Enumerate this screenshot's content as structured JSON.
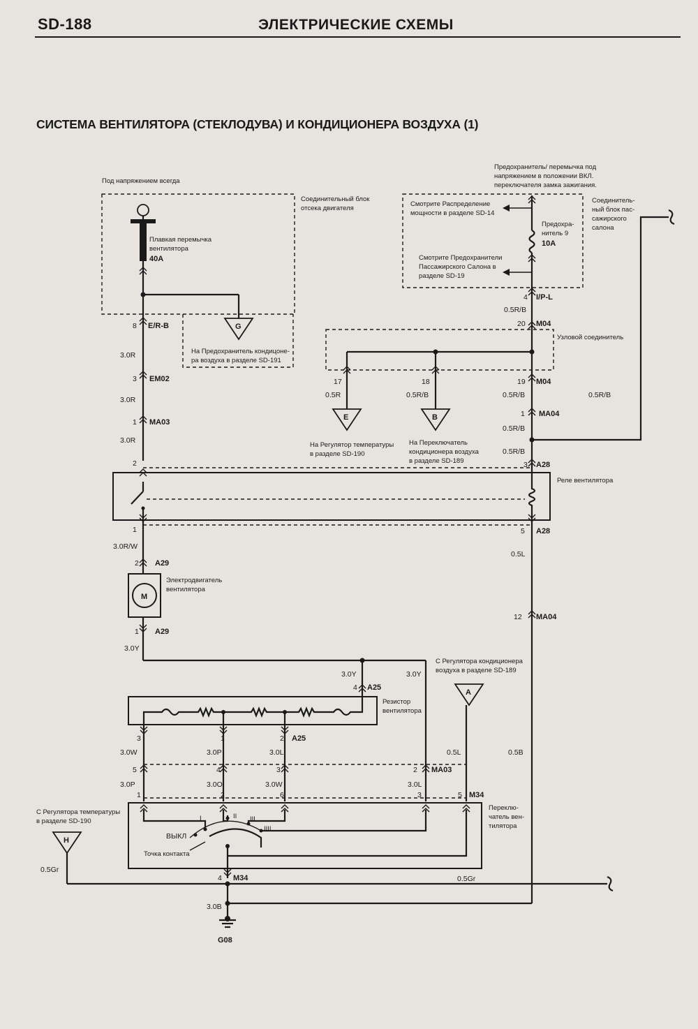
{
  "header": {
    "page_number": "SD-188",
    "section_title": "ЭЛЕКТРИЧЕСКИЕ СХЕМЫ"
  },
  "diagram": {
    "title": "СИСТЕМА ВЕНТИЛЯТОРА (СТЕКЛОДУВА) И КОНДИЦИОНЕРА ВОЗДУХА (1)",
    "labels": {
      "always_hot": "Под напряжением всегда",
      "engine_junction_1": "Соединительный блок",
      "engine_junction_2": "отсека двигателя",
      "fuse_link_1": "Плавкая перемычка",
      "fuse_link_2": "вентилятора",
      "fuse_link_rating": "40A",
      "ign_fuse_1": "Предохранитель/ перемычка под",
      "ign_fuse_2": "напряжением в положении ВКЛ.",
      "ign_fuse_3": "переключателя замка зажигания.",
      "see_power_1": "Смотрите Распределение",
      "see_power_2": "мощности в разделе SD-14",
      "fuse9_1": "Предохра-",
      "fuse9_2": "нитель 9",
      "fuse9_rating": "10A",
      "see_fuses_1": "Смотрите Предохранители",
      "see_fuses_2": "Пассажирского Салона в",
      "see_fuses_3": "разделе SD-19",
      "pass_junction_1": "Соединитель-",
      "pass_junction_2": "ный блок пас-",
      "pass_junction_3": "сажирского",
      "pass_junction_4": "салона",
      "to_ac_fuse_1": "На Предохранитель кондицоне-",
      "to_ac_fuse_2": "ра воздуха в разделе SD-191",
      "node_connector": "Узловой соединитель",
      "to_temp_reg_1": "На Регулятор температуры",
      "to_temp_reg_2": "в разделе SD-190",
      "to_ac_switch_1": "На Переключатель",
      "to_ac_switch_2": "кондиционера воздуха",
      "to_ac_switch_3": "в разделе SD-189",
      "blower_relay": "Реле вентилятора",
      "blower_motor_1": "Электродвигатель",
      "blower_motor_2": "вентилятора",
      "motor_symbol": "M",
      "from_ac_reg_1": "С Регулятора кондиционера",
      "from_ac_reg_2": "воздуха в разделе SD-189",
      "blower_resistor_1": "Резистор",
      "blower_resistor_2": "вентилятора",
      "from_temp_reg_1": "С Регулятора температуры",
      "from_temp_reg_2": "в разделе SD-190",
      "blower_switch_1": "Переклю-",
      "blower_switch_2": "чатель вен-",
      "blower_switch_3": "тилятора",
      "off": "ВЫКЛ",
      "contact_point": "Точка контакта",
      "pos_1": "I",
      "pos_2": "II",
      "pos_3": "III",
      "pos_4": "IIII",
      "ground": "G08"
    },
    "connectors": {
      "er_b_pin": "8",
      "er_b": "E/R-B",
      "em02_pin": "3",
      "em02": "EM02",
      "ma03a_pin": "1",
      "ma03a": "MA03",
      "relay_pin2": "2",
      "relay_pin1": "1",
      "a29_top_pin": "2",
      "a29": "A29",
      "a29_bot_pin": "1",
      "ipl_pin": "4",
      "ipl": "I/P-L",
      "m04_20_pin": "20",
      "m04": "M04",
      "m04_17": "17",
      "m04_18": "18",
      "m04_19": "19",
      "ma04_pin": "1",
      "ma04": "MA04",
      "a28_top_pin": "3",
      "a28": "A28",
      "a28_bot_pin": "5",
      "ma04_12_pin": "12",
      "a25_top_pin": "4",
      "a25": "A25",
      "a25_3": "3",
      "a25_1": "1",
      "a25_2": "2",
      "ma03_5": "5",
      "ma03_4": "4",
      "ma03_3": "3",
      "ma03_2": "2",
      "ma03b": "MA03",
      "m34_1": "1",
      "m34_2": "2",
      "m34_6": "6",
      "m34_3": "3",
      "m34_5": "5",
      "m34": "M34",
      "m34_4": "4"
    },
    "wires": {
      "w_30R_a": "3.0R",
      "w_30R_b": "3.0R",
      "w_30R_c": "3.0R",
      "w_30RW": "3.0R/W",
      "w_30Y_a": "3.0Y",
      "w_30Y_b": "3.0Y",
      "w_30Y_c": "3.0Y",
      "w_05RB_a": "0.5R/B",
      "w_05R": "0.5R",
      "w_05RB_b": "0.5R/B",
      "w_05RB_c": "0.5R/B",
      "w_05RB_d": "0.5R/B",
      "w_05RB_e": "0.5R/B",
      "w_05L_a": "0.5L",
      "w_30W": "3.0W",
      "w_30P": "3.0P",
      "w_30L": "3.0L",
      "w_05L_b": "0.5L",
      "w_05B": "0.5B",
      "w_30P_b": "3.0P",
      "w_30O": "3.0O",
      "w_30W_b": "3.0W",
      "w_30L_b": "3.0L",
      "w_05Gr_a": "0.5Gr",
      "w_05Gr_b": "0.5Gr",
      "w_30B": "3.0B"
    },
    "markers": {
      "G": "G",
      "E": "E",
      "B": "B",
      "A": "A",
      "H": "H"
    }
  }
}
